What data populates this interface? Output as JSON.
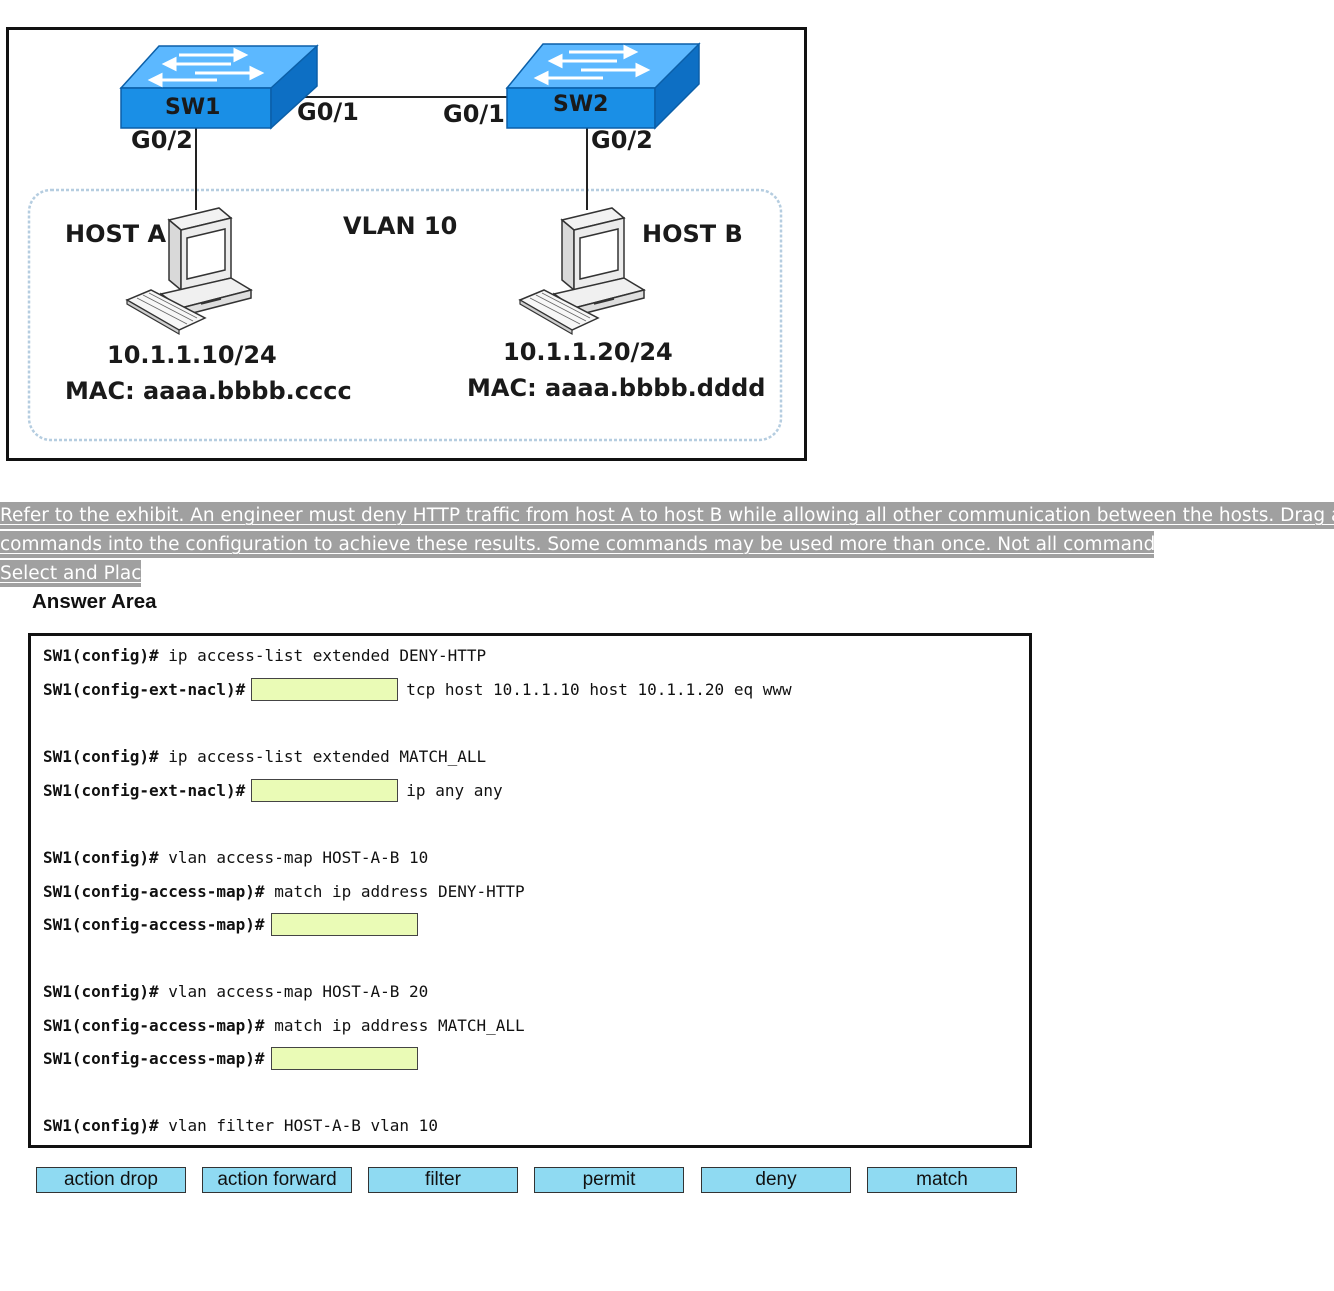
{
  "exhibit": {
    "switch1": {
      "name": "SW1",
      "port_uplink": "G0/1",
      "port_host": "G0/2"
    },
    "switch2": {
      "name": "SW2",
      "port_uplink": "G0/1",
      "port_host": "G0/2"
    },
    "vlan_label": "VLAN 10",
    "host_a": {
      "label": "HOST A",
      "ip": "10.1.1.10/24",
      "mac": "MAC: aaaa.bbbb.cccc"
    },
    "host_b": {
      "label": "HOST B",
      "ip": "10.1.1.20/24",
      "mac": "MAC: aaaa.bbbb.dddd"
    },
    "colors": {
      "switch": "#1a8fe6",
      "vlan_border": "#b5cde0"
    },
    "icons": [
      "switch-icon",
      "computer-icon"
    ]
  },
  "question": {
    "line1": "Refer to the exhibit. An engineer must deny HTTP traffic from host A to host B while allowing all other communication between the hosts. Drag and drop the",
    "line2": "commands into the configuration to achieve these results. Some commands may be used more than once. Not all commands are used.",
    "line3": "Select and Place:"
  },
  "answer_area": {
    "title": "Answer Area",
    "lines": [
      {
        "prompt": "SW1(config)#",
        "text": " ip access-list extended DENY-HTTP"
      },
      {
        "prompt": "SW1(config-ext-nacl)#",
        "text": "tcp host 10.1.1.10 host 10.1.1.20 eq www"
      },
      {
        "prompt": "SW1(config)#",
        "text": " ip access-list extended MATCH_ALL"
      },
      {
        "prompt": "SW1(config-ext-nacl)#",
        "text": "ip any any"
      },
      {
        "prompt": "SW1(config)#",
        "text": " vlan access-map HOST-A-B 10"
      },
      {
        "prompt": "SW1(config-access-map)#",
        "text": " match ip address DENY-HTTP"
      },
      {
        "prompt": "SW1(config-access-map)#",
        "text": ""
      },
      {
        "prompt": "SW1(config)#",
        "text": " vlan access-map HOST-A-B 20"
      },
      {
        "prompt": "SW1(config-access-map)#",
        "text": " match ip address MATCH_ALL"
      },
      {
        "prompt": "SW1(config-access-map)#",
        "text": ""
      },
      {
        "prompt": "SW1(config)#",
        "text": " vlan filter HOST-A-B vlan 10"
      }
    ],
    "slot_color": "#eafbb6"
  },
  "options": [
    "action drop",
    "action forward",
    "filter",
    "permit",
    "deny",
    "match"
  ],
  "option_color": "#8fdaf2"
}
